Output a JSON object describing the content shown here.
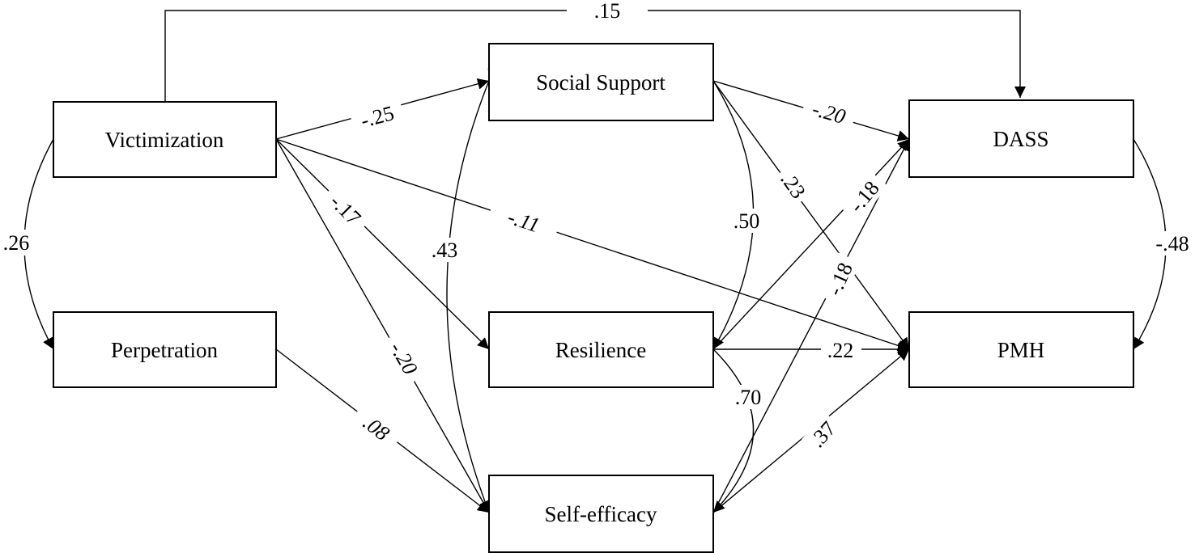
{
  "nodes": {
    "victimization": "Victimization",
    "perpetration": "Perpetration",
    "social_support": "Social Support",
    "resilience": "Resilience",
    "self_efficacy": "Self-efficacy",
    "dass": "DASS",
    "pmh": "PMH"
  },
  "coefficients": {
    "vict_dass": ".15",
    "vict_social": "-.25",
    "vict_resilience": "-.17",
    "vict_pmh": "-.11",
    "vict_selfeff": "-.20",
    "perp_selfeff": ".08",
    "vict_perp_cov": ".26",
    "social_dass": "-.20",
    "social_pmh": ".23",
    "resilience_dass": "-.18",
    "selfeff_dass": "-.18",
    "resilience_pmh": ".22",
    "selfeff_pmh": ".37",
    "social_resilience_cov": ".50",
    "social_selfeff_cov": ".43",
    "resilience_selfeff_cov": ".70",
    "dass_pmh_cov": "-.48"
  },
  "colors": {
    "stroke": "#000000",
    "background": "#ffffff"
  }
}
